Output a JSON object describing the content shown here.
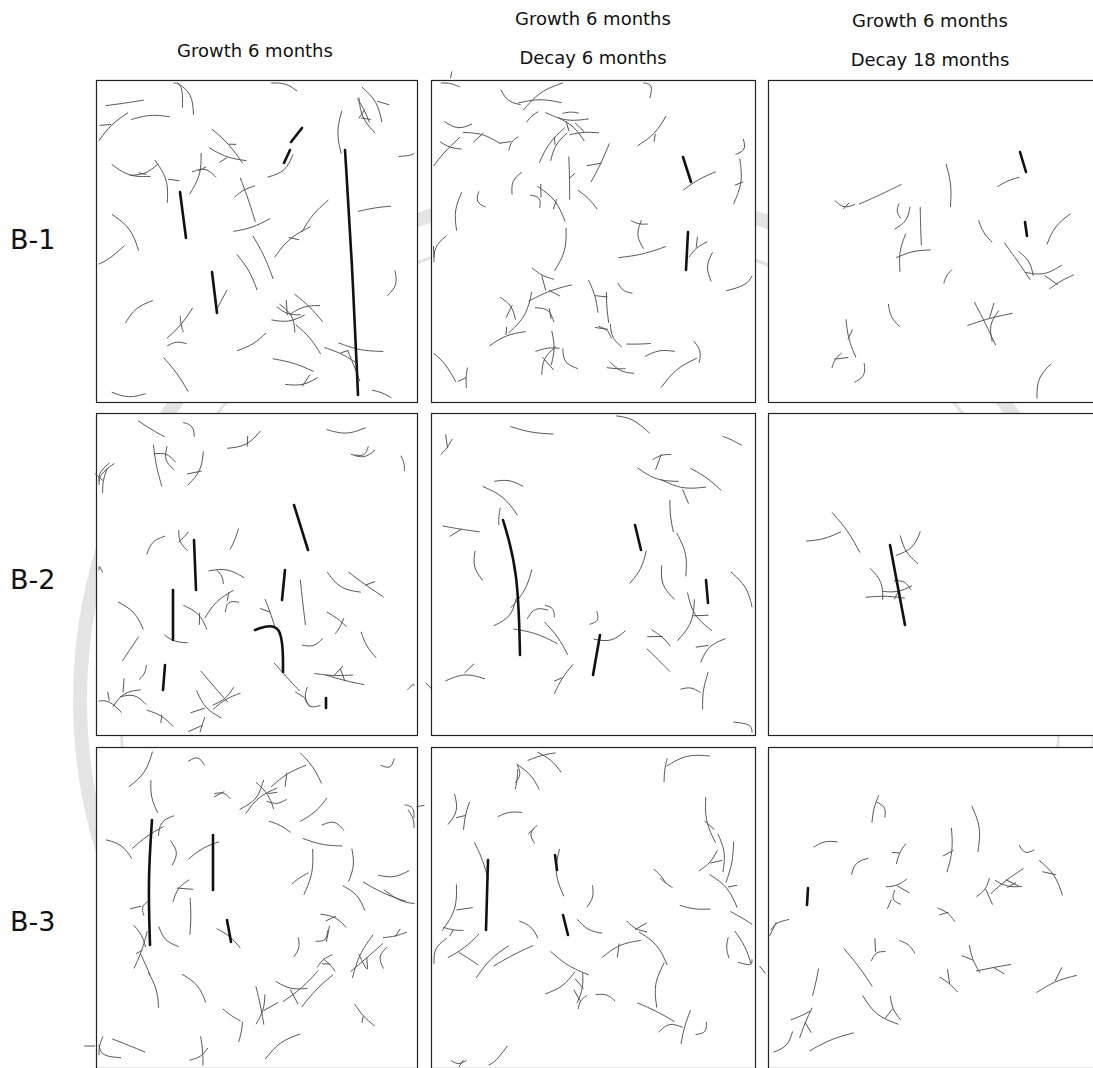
{
  "diagram": {
    "labels": [
      "Growth 6 months",
      "Growth 6 months Decay 6 months",
      "Growth 6 months Decay 18 months",
      "B-1",
      "B-2",
      "B-3"
    ]
  }
}
